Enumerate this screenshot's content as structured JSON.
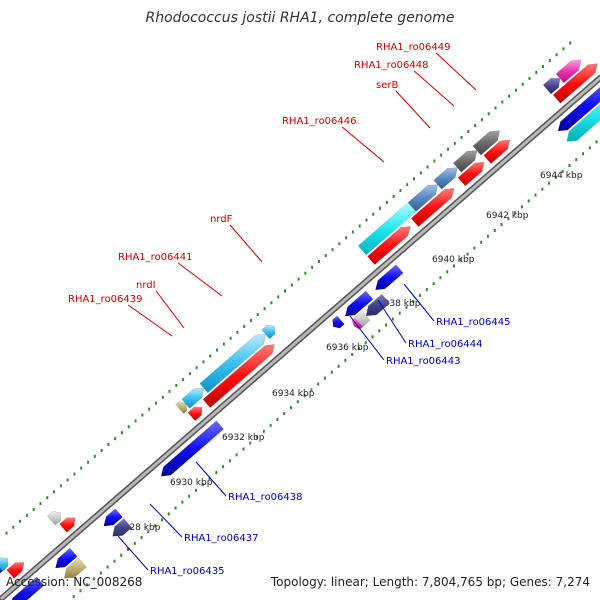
{
  "title": "Rhodococcus jostii RHA1, complete genome",
  "footer": {
    "accession": "Accession: NC_008268",
    "summary": "Topology: linear; Length: 7,804,765 bp; Genes: 7,274"
  },
  "colors": {
    "backbone": "#888888",
    "tick": "#2e8b2e",
    "cds_forward_label": "#cc0000",
    "cds_reverse_label": "#0000bb"
  },
  "ticks": [
    {
      "label": "6928 kbp"
    },
    {
      "label": "6930 kbp"
    },
    {
      "label": "6932 kbp"
    },
    {
      "label": "6934 kbp"
    },
    {
      "label": "6936 kbp"
    },
    {
      "label": "6938 kbp"
    },
    {
      "label": "6940 kbp"
    },
    {
      "label": "6942 kbp"
    },
    {
      "label": "6944 kbp"
    }
  ],
  "gene_labels_forward": [
    {
      "text": "RHA1_ro06449"
    },
    {
      "text": "RHA1_ro06448"
    },
    {
      "text": "serB"
    },
    {
      "text": "RHA1_ro06446"
    },
    {
      "text": "nrdF"
    },
    {
      "text": "RHA1_ro06441"
    },
    {
      "text": "nrdI"
    },
    {
      "text": "RHA1_ro06439"
    }
  ],
  "gene_labels_reverse": [
    {
      "text": "RHA1_ro06445"
    },
    {
      "text": "RHA1_ro06444"
    },
    {
      "text": "RHA1_ro06443"
    },
    {
      "text": "RHA1_ro06438"
    },
    {
      "text": "RHA1_ro06437"
    },
    {
      "text": "RHA1_ro06435"
    }
  ]
}
